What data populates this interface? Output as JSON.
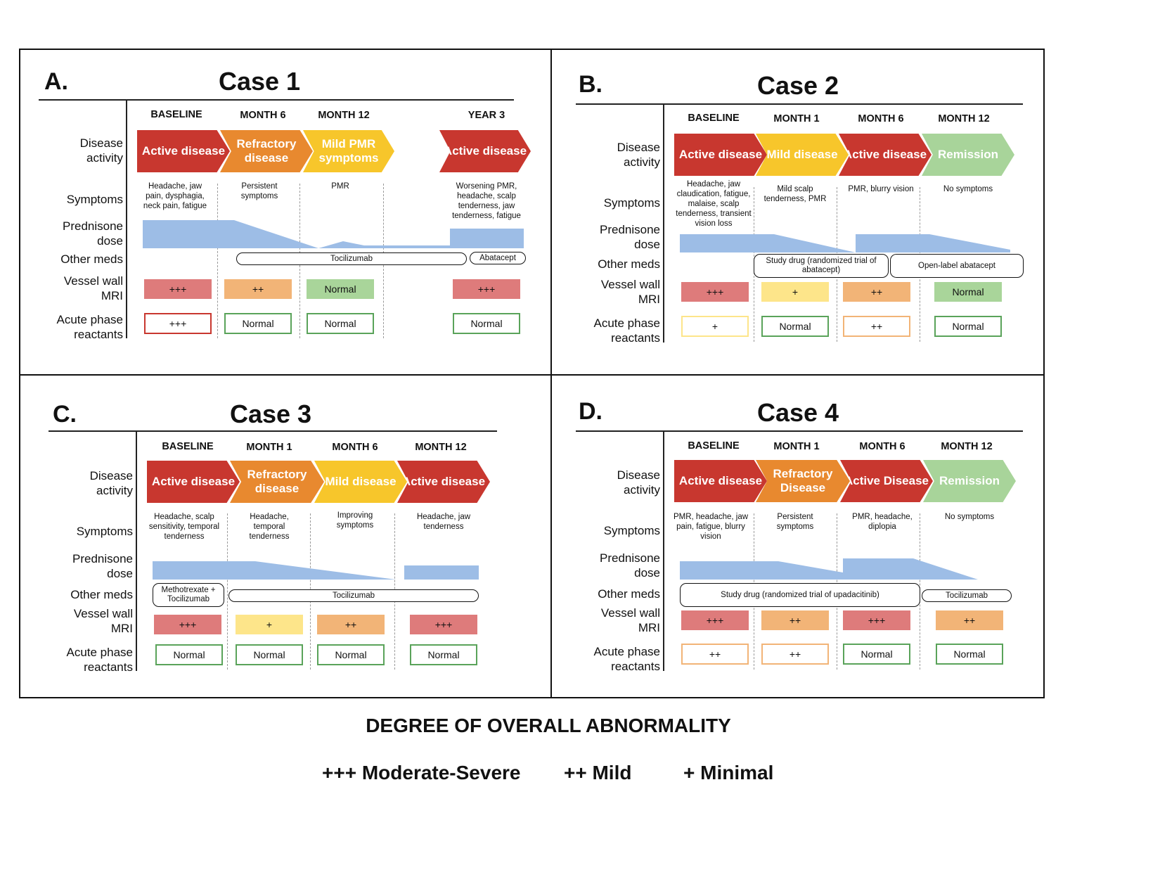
{
  "row_labels": {
    "disease_activity": "Disease activity",
    "symptoms": "Symptoms",
    "prednisone": "Prednisone dose",
    "other_meds": "Other meds",
    "mri": "Vessel wall MRI",
    "apr": "Acute phase reactants"
  },
  "panels": [
    {
      "letter": "A.",
      "title": "Case 1",
      "timepoints": [
        "BASELINE",
        "MONTH 6",
        "MONTH 12",
        "YEAR 3"
      ],
      "activity": [
        {
          "label": "Active disease",
          "level": "active"
        },
        {
          "label": "Refractory disease",
          "level": "refractory"
        },
        {
          "label": "Mild PMR symptoms",
          "level": "mild"
        },
        {
          "label": "Active disease",
          "level": "active"
        }
      ],
      "symptoms": [
        "Headache, jaw pain, dysphagia, neck pain, fatigue",
        "Persistent symptoms",
        "PMR",
        "Worsening PMR, headache, scalp tenderness, jaw tenderness, fatigue"
      ],
      "other_meds": [
        "Tocilizumab",
        "Abatacept"
      ],
      "mri": [
        "+++",
        "++",
        "Normal",
        "+++"
      ],
      "apr": [
        "+++",
        "Normal",
        "Normal",
        "Normal"
      ]
    },
    {
      "letter": "B.",
      "title": "Case 2",
      "timepoints": [
        "BASELINE",
        "MONTH 1",
        "MONTH 6",
        "MONTH 12"
      ],
      "activity": [
        {
          "label": "Active disease",
          "level": "active"
        },
        {
          "label": "Mild disease",
          "level": "mild"
        },
        {
          "label": "Active disease",
          "level": "active"
        },
        {
          "label": "Remission",
          "level": "remission"
        }
      ],
      "symptoms": [
        "Headache, jaw claudication, fatigue, malaise, scalp tenderness, transient vision loss",
        "Mild scalp tenderness, PMR",
        "PMR, blurry vision",
        "No symptoms"
      ],
      "other_meds": [
        "Study drug (randomized trial of abatacept)",
        "Open-label abatacept"
      ],
      "mri": [
        "+++",
        "+",
        "++",
        "Normal"
      ],
      "apr": [
        "+",
        "Normal",
        "++",
        "Normal"
      ]
    },
    {
      "letter": "C.",
      "title": "Case 3",
      "timepoints": [
        "BASELINE",
        "MONTH 1",
        "MONTH 6",
        "MONTH 12"
      ],
      "activity": [
        {
          "label": "Active disease",
          "level": "active"
        },
        {
          "label": "Refractory disease",
          "level": "refractory"
        },
        {
          "label": "Mild disease",
          "level": "mild"
        },
        {
          "label": "Active disease",
          "level": "active"
        }
      ],
      "symptoms": [
        "Headache, scalp sensitivity, temporal tenderness",
        "Headache, temporal tenderness",
        "Improving symptoms",
        "Headache, jaw tenderness"
      ],
      "other_meds": [
        "Methotrexate + Tocilizumab",
        "Tocilizumab"
      ],
      "mri": [
        "+++",
        "+",
        "++",
        "+++"
      ],
      "apr": [
        "Normal",
        "Normal",
        "Normal",
        "Normal"
      ]
    },
    {
      "letter": "D.",
      "title": "Case 4",
      "timepoints": [
        "BASELINE",
        "MONTH 1",
        "MONTH 6",
        "MONTH 12"
      ],
      "activity": [
        {
          "label": "Active disease",
          "level": "active"
        },
        {
          "label": "Refractory Disease",
          "level": "refractory"
        },
        {
          "label": "Active Disease",
          "level": "active"
        },
        {
          "label": "Remission",
          "level": "remission"
        }
      ],
      "symptoms": [
        "PMR, headache, jaw pain, fatigue, blurry vision",
        "Persistent symptoms",
        "PMR, headache, diplopia",
        "No symptoms"
      ],
      "other_meds": [
        "Study drug (randomized trial of upadacitinib)",
        "Tocilizumab"
      ],
      "mri": [
        "+++",
        "++",
        "+++",
        "++"
      ],
      "apr": [
        "++",
        "++",
        "Normal",
        "Normal"
      ]
    }
  ],
  "legend": {
    "title": "DEGREE OF OVERALL ABNORMALITY",
    "items": [
      "+++ Moderate-Severe",
      "++ Mild",
      "+ Minimal"
    ]
  },
  "colors": {
    "active": "#c8372f",
    "refractory": "#e8892f",
    "mild": "#f7c62b",
    "remission": "#a8d49a",
    "prednisone": "#9dbde6",
    "severe_fill": "#de7b7b",
    "mild_fill": "#f2b477",
    "minimal_fill": "#fde58a",
    "normal_fill": "#a9d59a"
  }
}
